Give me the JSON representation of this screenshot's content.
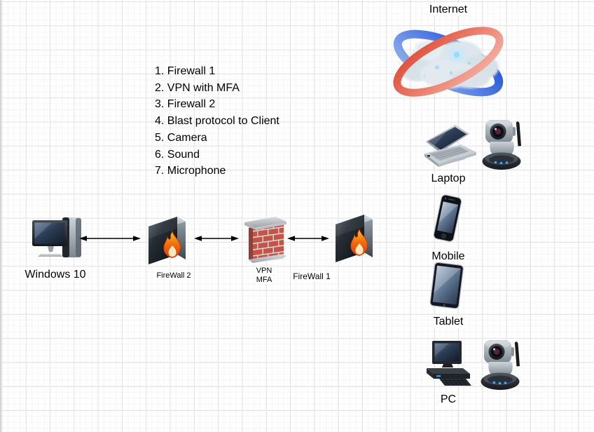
{
  "app": {
    "type": "diagram-canvas",
    "grid": "on"
  },
  "colors": {
    "background": "#ffffff",
    "grid_minor": "#f4f4f5",
    "grid_major": "#e3e3e5",
    "brick_red": "#c24a3c",
    "flame_orange": "#f7941d",
    "flame_red": "#e2470e",
    "ring_red": "#dd4a34",
    "ring_blue": "#1c50d8",
    "led_blue": "#4aa3ff",
    "text": "#000000"
  },
  "diagram": {
    "internet": {
      "label": "Internet",
      "icon": "internet-cloud-icon"
    },
    "notes": [
      "1. Firewall 1",
      "2. VPN with MFA",
      "3. Firewall 2",
      "4. Blast protocol to Client",
      "5. Camera",
      "6. Sound",
      "7. Microphone"
    ],
    "chain": [
      {
        "id": "windows10",
        "label": "Windows 10",
        "icon": "desktop-computer-icon"
      },
      {
        "id": "firewall2",
        "label": "FireWall 2",
        "icon": "firewall-icon"
      },
      {
        "id": "vpn",
        "label_line1": "VPN",
        "label_line2": "MFA",
        "icon": "brick-wall-icon"
      },
      {
        "id": "firewall1",
        "label": "FireWall 1",
        "icon": "firewall-icon"
      }
    ],
    "connectors": [
      {
        "from": "windows10",
        "to": "firewall2",
        "style": "double-arrow"
      },
      {
        "from": "firewall2",
        "to": "vpn",
        "style": "double-arrow"
      },
      {
        "from": "vpn",
        "to": "firewall1",
        "style": "double-arrow"
      }
    ],
    "devices": [
      {
        "id": "laptop",
        "label": "Laptop",
        "icons": [
          "laptop-icon",
          "ip-camera-icon"
        ]
      },
      {
        "id": "mobile",
        "label": "Mobile",
        "icons": [
          "smartphone-icon"
        ]
      },
      {
        "id": "tablet",
        "label": "Tablet",
        "icons": [
          "tablet-icon"
        ]
      },
      {
        "id": "pc",
        "label": "PC",
        "icons": [
          "desktop-pc-icon",
          "ip-camera-icon"
        ]
      }
    ]
  },
  "icons": {
    "internet-cloud-icon": "cloud with red and blue orbit rings",
    "desktop-computer-icon": "monitor with tower case",
    "firewall-icon": "black 3d box with flame",
    "brick-wall-icon": "red brick wall with stone cap",
    "laptop-icon": "open laptop",
    "ip-camera-icon": "pan-tilt network camera with antenna and blue leds",
    "smartphone-icon": "smartphone",
    "tablet-icon": "tablet",
    "desktop-pc-icon": "desktop terminal with keyboard"
  }
}
